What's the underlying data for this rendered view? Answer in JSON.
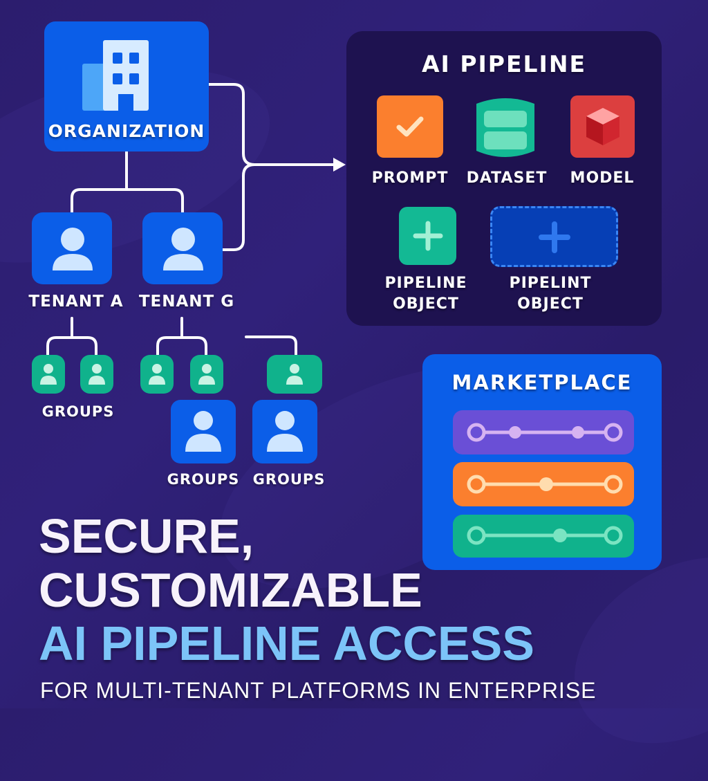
{
  "colors": {
    "background": "#2c1d6e",
    "primary_blue": "#0b5ee8",
    "group_green": "#10b28c",
    "panel_dark": "#1e1250",
    "prompt_orange": "#fb7f2e",
    "dataset_teal": "#13b994",
    "model_red": "#dc3f3f",
    "accent_light_blue": "#7cc4f8",
    "row_purple": "#6a4fd6",
    "row_orange": "#fb7f2e",
    "row_green": "#10b28c"
  },
  "hierarchy": {
    "organization": {
      "label": "ORGANIZATION",
      "icon": "building-icon"
    },
    "tenants": [
      {
        "label": "TENANT A",
        "icon": "user-icon"
      },
      {
        "label": "TENANT G",
        "icon": "user-icon"
      }
    ],
    "groups_label_left": "GROUPS",
    "groups_label_mid": "GROUPS",
    "groups_label_right": "GROUPS"
  },
  "ai_pipeline": {
    "title": "AI PIPELINE",
    "items": [
      {
        "label": "PROMPT",
        "icon": "checkmark-icon"
      },
      {
        "label": "DATASET",
        "icon": "database-icon"
      },
      {
        "label": "MODEL",
        "icon": "cube-icon"
      }
    ],
    "objects": [
      {
        "label_line1": "PIPELINE",
        "label_line2": "OBJECT",
        "icon": "plus-icon"
      },
      {
        "label_line1": "PIPELINT",
        "label_line2": "OBJECT",
        "icon": "plus-icon"
      }
    ]
  },
  "marketplace": {
    "title": "MARKETPLACE",
    "rows": [
      {
        "name": "purple-pipeline",
        "nodes": 4
      },
      {
        "name": "orange-pipeline",
        "nodes": 3
      },
      {
        "name": "green-pipeline",
        "nodes": 3
      }
    ]
  },
  "headline": {
    "line1": "SECURE,",
    "line2": "CUSTOMIZABLE",
    "line3": "AI PIPELINE ACCESS",
    "subtitle": "FOR MULTI-TENANT PLATFORMS IN ENTERPRISE"
  }
}
